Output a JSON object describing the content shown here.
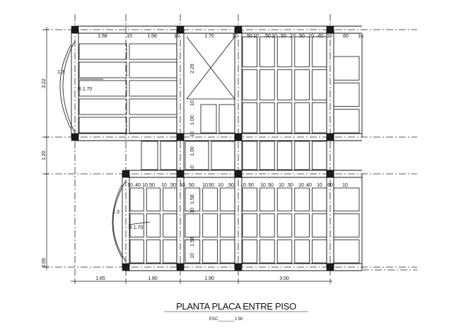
{
  "drawing": {
    "title": "PLANTA PLACA ENTRE PISO",
    "scale": "ESC_______1:50"
  },
  "dimensions": {
    "bottom": [
      "1.65",
      "1.80",
      "1.90",
      "3.00"
    ],
    "left": [
      "3.22",
      "1.20",
      "3.09"
    ],
    "top_row": [
      "1.58",
      "10",
      "1.58",
      "10",
      "1.70",
      "10",
      ".50",
      "10",
      ".50",
      "10",
      ".50",
      "10",
      ".50",
      "10",
      ".40",
      "10",
      ".60",
      "10"
    ],
    "middle_row": [
      "10",
      ".40",
      "10",
      ".50",
      "10",
      ".50",
      "10",
      ".50",
      "10",
      ".50",
      "10",
      ".50",
      "10",
      ".50",
      "10",
      ".50",
      "10",
      ".50",
      "10",
      ".40",
      "10",
      ".60",
      "10"
    ],
    "vertical": [
      "2.29",
      "10",
      "1.00",
      "10",
      "1.00",
      "10",
      "1.58",
      "10",
      "1.58",
      "10"
    ],
    "arc_labels": [
      "R.1.70",
      "R.1.70"
    ],
    "arc_marks": [
      "1.3",
      "1.3"
    ]
  },
  "colors": {
    "line": "#111111",
    "column": "#1a1a1a",
    "background": "#ffffff"
  }
}
